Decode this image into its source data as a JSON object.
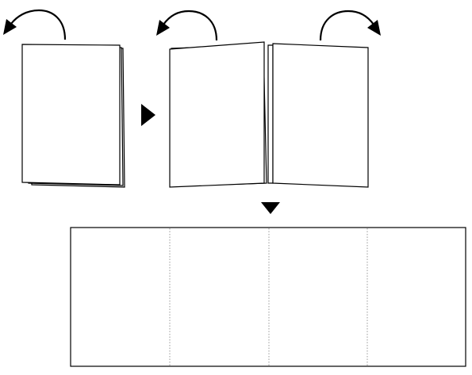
{
  "diagram": {
    "colors": {
      "line": "#000000",
      "paper": "#ffffff",
      "fold_line": "#9a9a9a"
    },
    "stages": [
      {
        "name": "folded-brochure",
        "panels_visible": 1,
        "rotation_arrows": [
          "counterclockwise"
        ]
      },
      {
        "name": "half-open-brochure",
        "panels_visible": 2,
        "rotation_arrows": [
          "counterclockwise",
          "clockwise"
        ]
      },
      {
        "name": "fully-unfolded-sheet",
        "panels": 4,
        "fold_lines": 3
      }
    ],
    "step_arrows": [
      "right",
      "down"
    ],
    "icons": {
      "curved_arrow_left": "curved-arrow-counterclockwise-icon",
      "curved_arrow_right": "curved-arrow-clockwise-icon",
      "step_right": "triangle-right-icon",
      "step_down": "triangle-down-icon"
    }
  }
}
